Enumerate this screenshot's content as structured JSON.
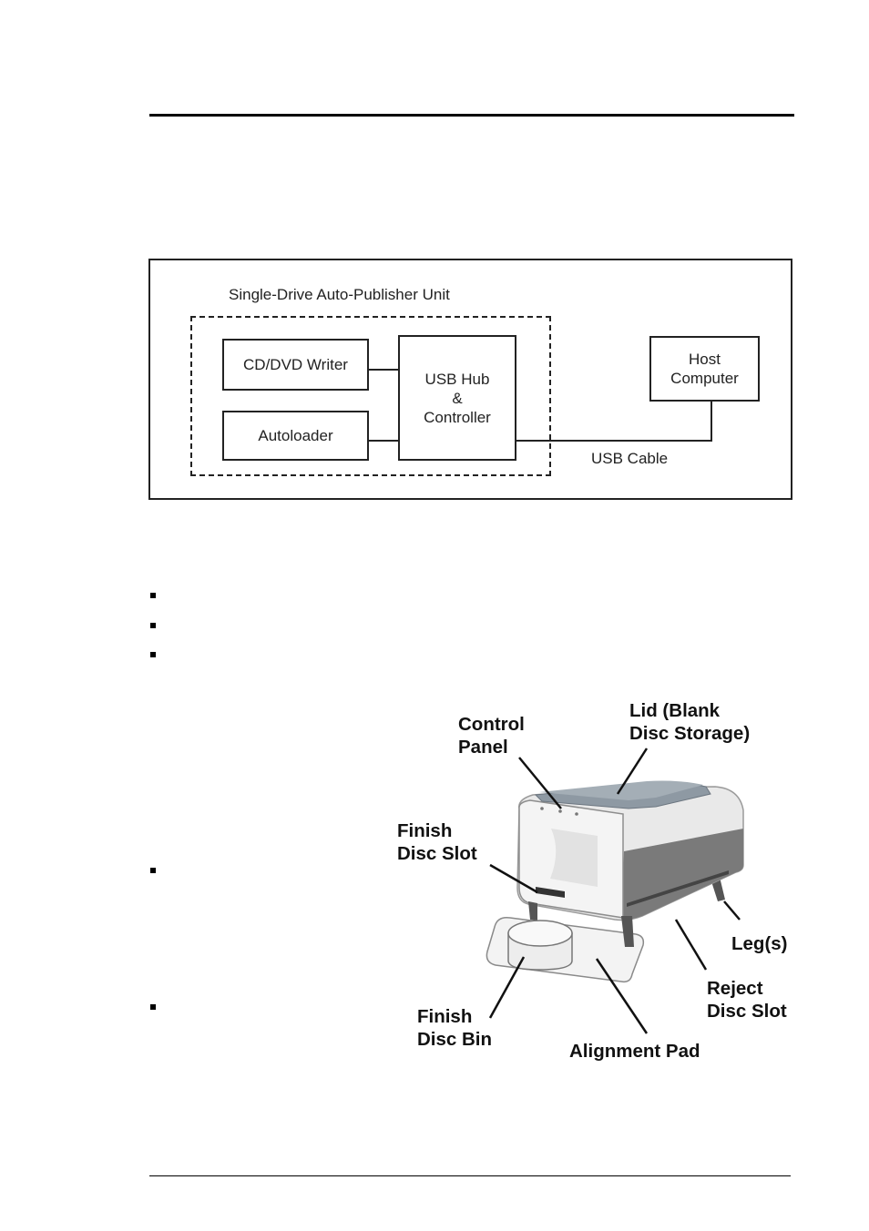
{
  "diagram": {
    "unit_label": "Single-Drive Auto-Publisher Unit",
    "writer": "CD/DVD Writer",
    "autoloader": "Autoloader",
    "hub": "USB Hub\n&\nController",
    "host": "Host\nComputer",
    "cable": "USB Cable"
  },
  "photo": {
    "callouts": {
      "control_panel": "Control\nPanel",
      "lid": "Lid (Blank\nDisc Storage)",
      "finish_slot": "Finish\nDisc Slot",
      "leg": "Leg(s)",
      "reject_slot": "Reject\nDisc Slot",
      "finish_bin": "Finish\nDisc Bin",
      "alignment_pad": "Alignment Pad"
    }
  }
}
